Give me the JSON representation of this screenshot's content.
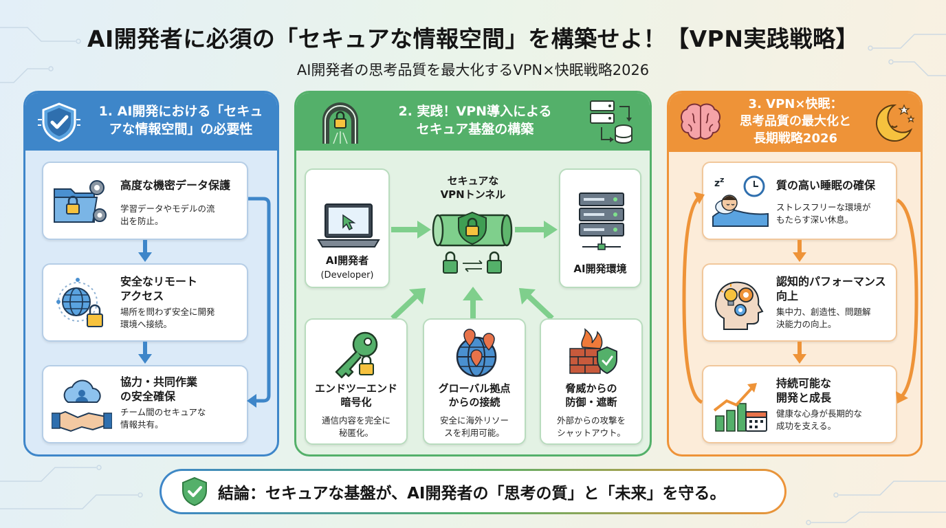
{
  "title": "AI開発者に必須の「セキュアな情報空間」を構築せよ！【VPN実践戦略】",
  "subtitle": "AI開発者の思考品質を最大化するVPN×快眠戦略2026",
  "colors": {
    "blue": "#3e86c9",
    "green": "#54b06a",
    "orange": "#ee9338"
  },
  "panel1": {
    "header": [
      "1. AI開発における「セキュ",
      "アな情報空間」の必要性"
    ],
    "icon": "shield-check-icon",
    "cards": [
      {
        "title": [
          "高度な機密データ保護"
        ],
        "desc": [
          "学習データやモデルの流",
          "出を防止。"
        ],
        "icon": "folder-lock-gear-icon"
      },
      {
        "title": [
          "安全なリモート",
          "アクセス"
        ],
        "desc": [
          "場所を問わず安全に開発",
          "環境へ接続。"
        ],
        "icon": "globe-lock-icon"
      },
      {
        "title": [
          "協力・共同作業",
          "の安全確保"
        ],
        "desc": [
          "チーム間のセキュアな",
          "情報共有。"
        ],
        "icon": "cloud-handshake-icon"
      }
    ]
  },
  "panel2": {
    "header": [
      "2. 実践！VPN導入による",
      "セキュア基盤の構築"
    ],
    "header_icons": [
      "tunnel-lock-icon",
      "server-sync-icon"
    ],
    "developer": {
      "label": "AI開発者",
      "sub": "(Developer)",
      "icon": "laptop-icon"
    },
    "tunnel": {
      "label": [
        "セキュアな",
        "VPNトンネル"
      ],
      "icon": "vpn-tunnel-icon"
    },
    "environment": {
      "label": "AI開発環境",
      "icon": "server-icon"
    },
    "features": [
      {
        "title": [
          "エンドツーエンド",
          "暗号化"
        ],
        "desc": [
          "通信内容を完全に",
          "秘匿化。"
        ],
        "icon": "key-lock-icon"
      },
      {
        "title": [
          "グローバル拠点",
          "からの接続"
        ],
        "desc": [
          "安全に海外リソー",
          "スを利用可能。"
        ],
        "icon": "globe-pins-icon"
      },
      {
        "title": [
          "脅威からの",
          "防御・遮断"
        ],
        "desc": [
          "外部からの攻撃を",
          "シャットアウト。"
        ],
        "icon": "firewall-icon"
      }
    ]
  },
  "panel3": {
    "header": [
      "3. VPN×快眠：",
      "思考品質の最大化と",
      "長期戦略2026"
    ],
    "header_icons": [
      "brain-icon",
      "moon-stars-icon"
    ],
    "cards": [
      {
        "title": [
          "質の高い睡眠の確保"
        ],
        "desc": [
          "ストレスフリーな環境が",
          "もたらす深い休息。"
        ],
        "icon": "sleep-clock-icon"
      },
      {
        "title": [
          "認知的パフォーマンス",
          "向上"
        ],
        "desc": [
          "集中力、創造性、問題解",
          "決能力の向上。"
        ],
        "icon": "head-gears-icon"
      },
      {
        "title": [
          "持続可能な",
          "開発と成長"
        ],
        "desc": [
          "健康な心身が長期的な",
          "成功を支える。"
        ],
        "icon": "growth-chart-icon"
      }
    ]
  },
  "conclusion": {
    "text": "結論：セキュアな基盤が、AI開発者の「思考の質」と「未来」を守る。",
    "icon": "shield-check-icon"
  }
}
